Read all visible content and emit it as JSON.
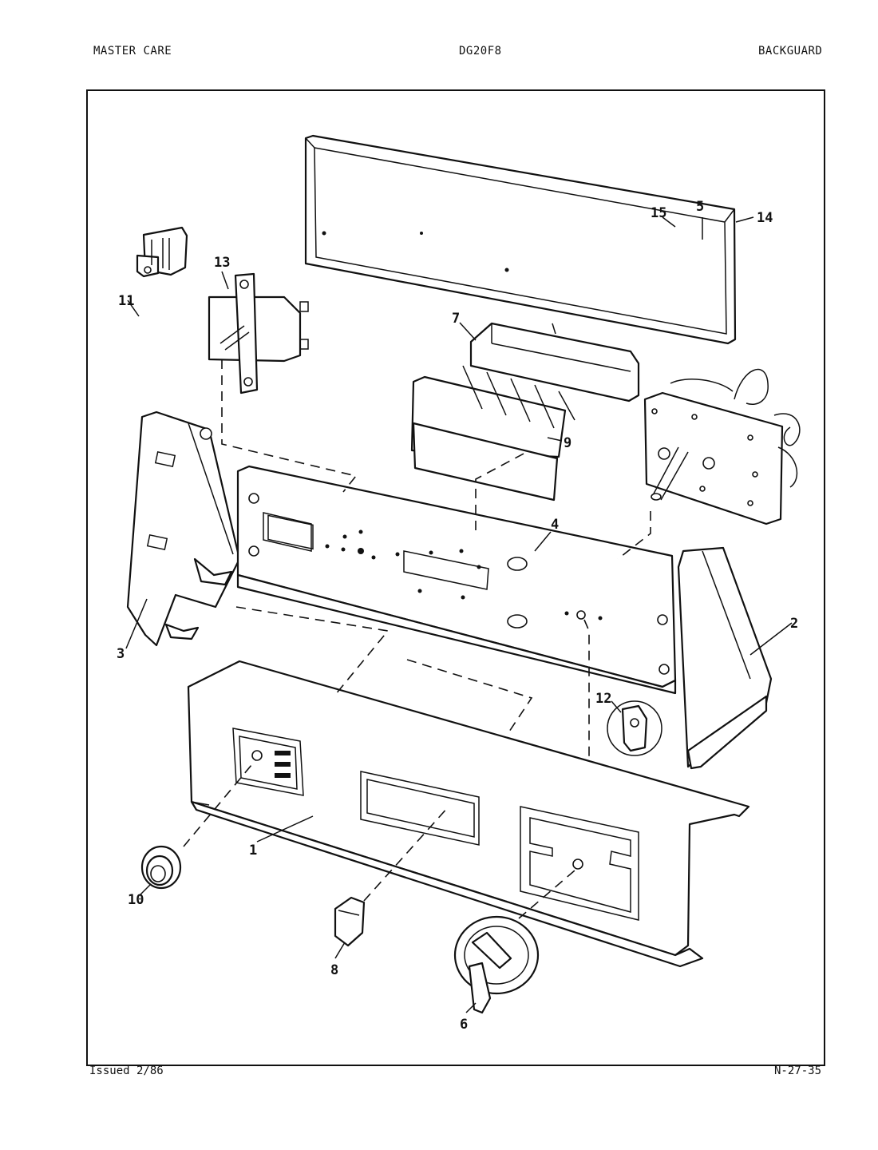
{
  "header": {
    "left": "MASTER CARE",
    "center": "DG20F8",
    "right": "BACKGUARD"
  },
  "footer": {
    "left": "Issued 2/86",
    "right": "N-27-35"
  },
  "callouts": {
    "c1": "1",
    "c2": "2",
    "c3": "3",
    "c4": "4",
    "c5": "5",
    "c6": "6",
    "c7": "7",
    "c8": "8",
    "c9": "9",
    "c10": "10",
    "c11": "11",
    "c12": "12",
    "c13": "13",
    "c14": "14",
    "c15": "15"
  }
}
